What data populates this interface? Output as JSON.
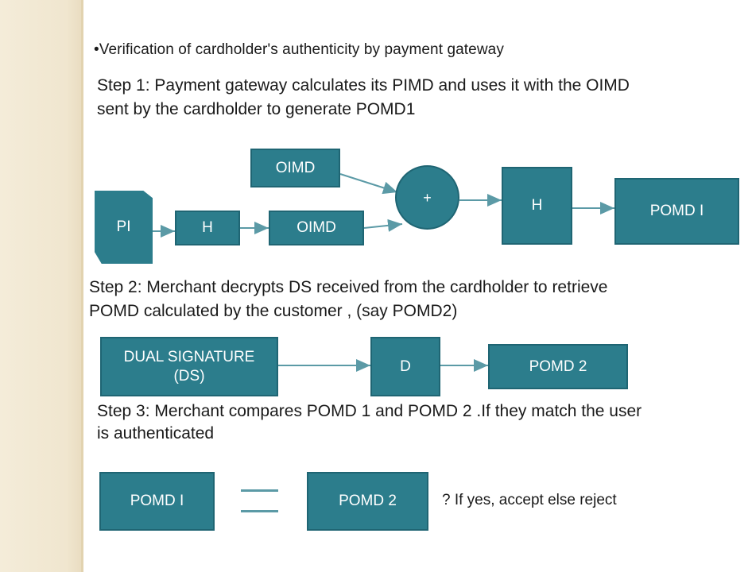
{
  "intro": "•Verification of cardholder's  authenticity by payment gateway",
  "step1": {
    "line1": "Step 1:   Payment gateway calculates its PIMD and uses it with the OIMD",
    "line2": "sent by the cardholder  to generate  POMD1"
  },
  "diagram1": {
    "oimd_top": "OIMD",
    "pi": "PI",
    "h_small": "H",
    "oimd_bottom": "OIMD",
    "plus": "+",
    "h_large": "H",
    "pomd1": "POMD I"
  },
  "step2": {
    "line1": "Step 2: Merchant decrypts DS received from the cardholder to retrieve",
    "line2": "POMD calculated by  the customer , (say POMD2)"
  },
  "diagram2": {
    "dual_signature_line1": "DUAL SIGNATURE",
    "dual_signature_line2": "(DS)",
    "d": "D",
    "pomd2": "POMD 2"
  },
  "step3": {
    "line1": "Step 3: Merchant compares POMD 1 and POMD  2 .If they match the user",
    "line2": "is authenticated"
  },
  "diagram3": {
    "pomd1": "POMD I",
    "pomd2": "POMD 2",
    "question": "?  If yes, accept else reject"
  },
  "colors": {
    "box_fill": "#2c7d8c",
    "arrow": "#5b9aa6",
    "sidebar": "#f0e6cf"
  }
}
